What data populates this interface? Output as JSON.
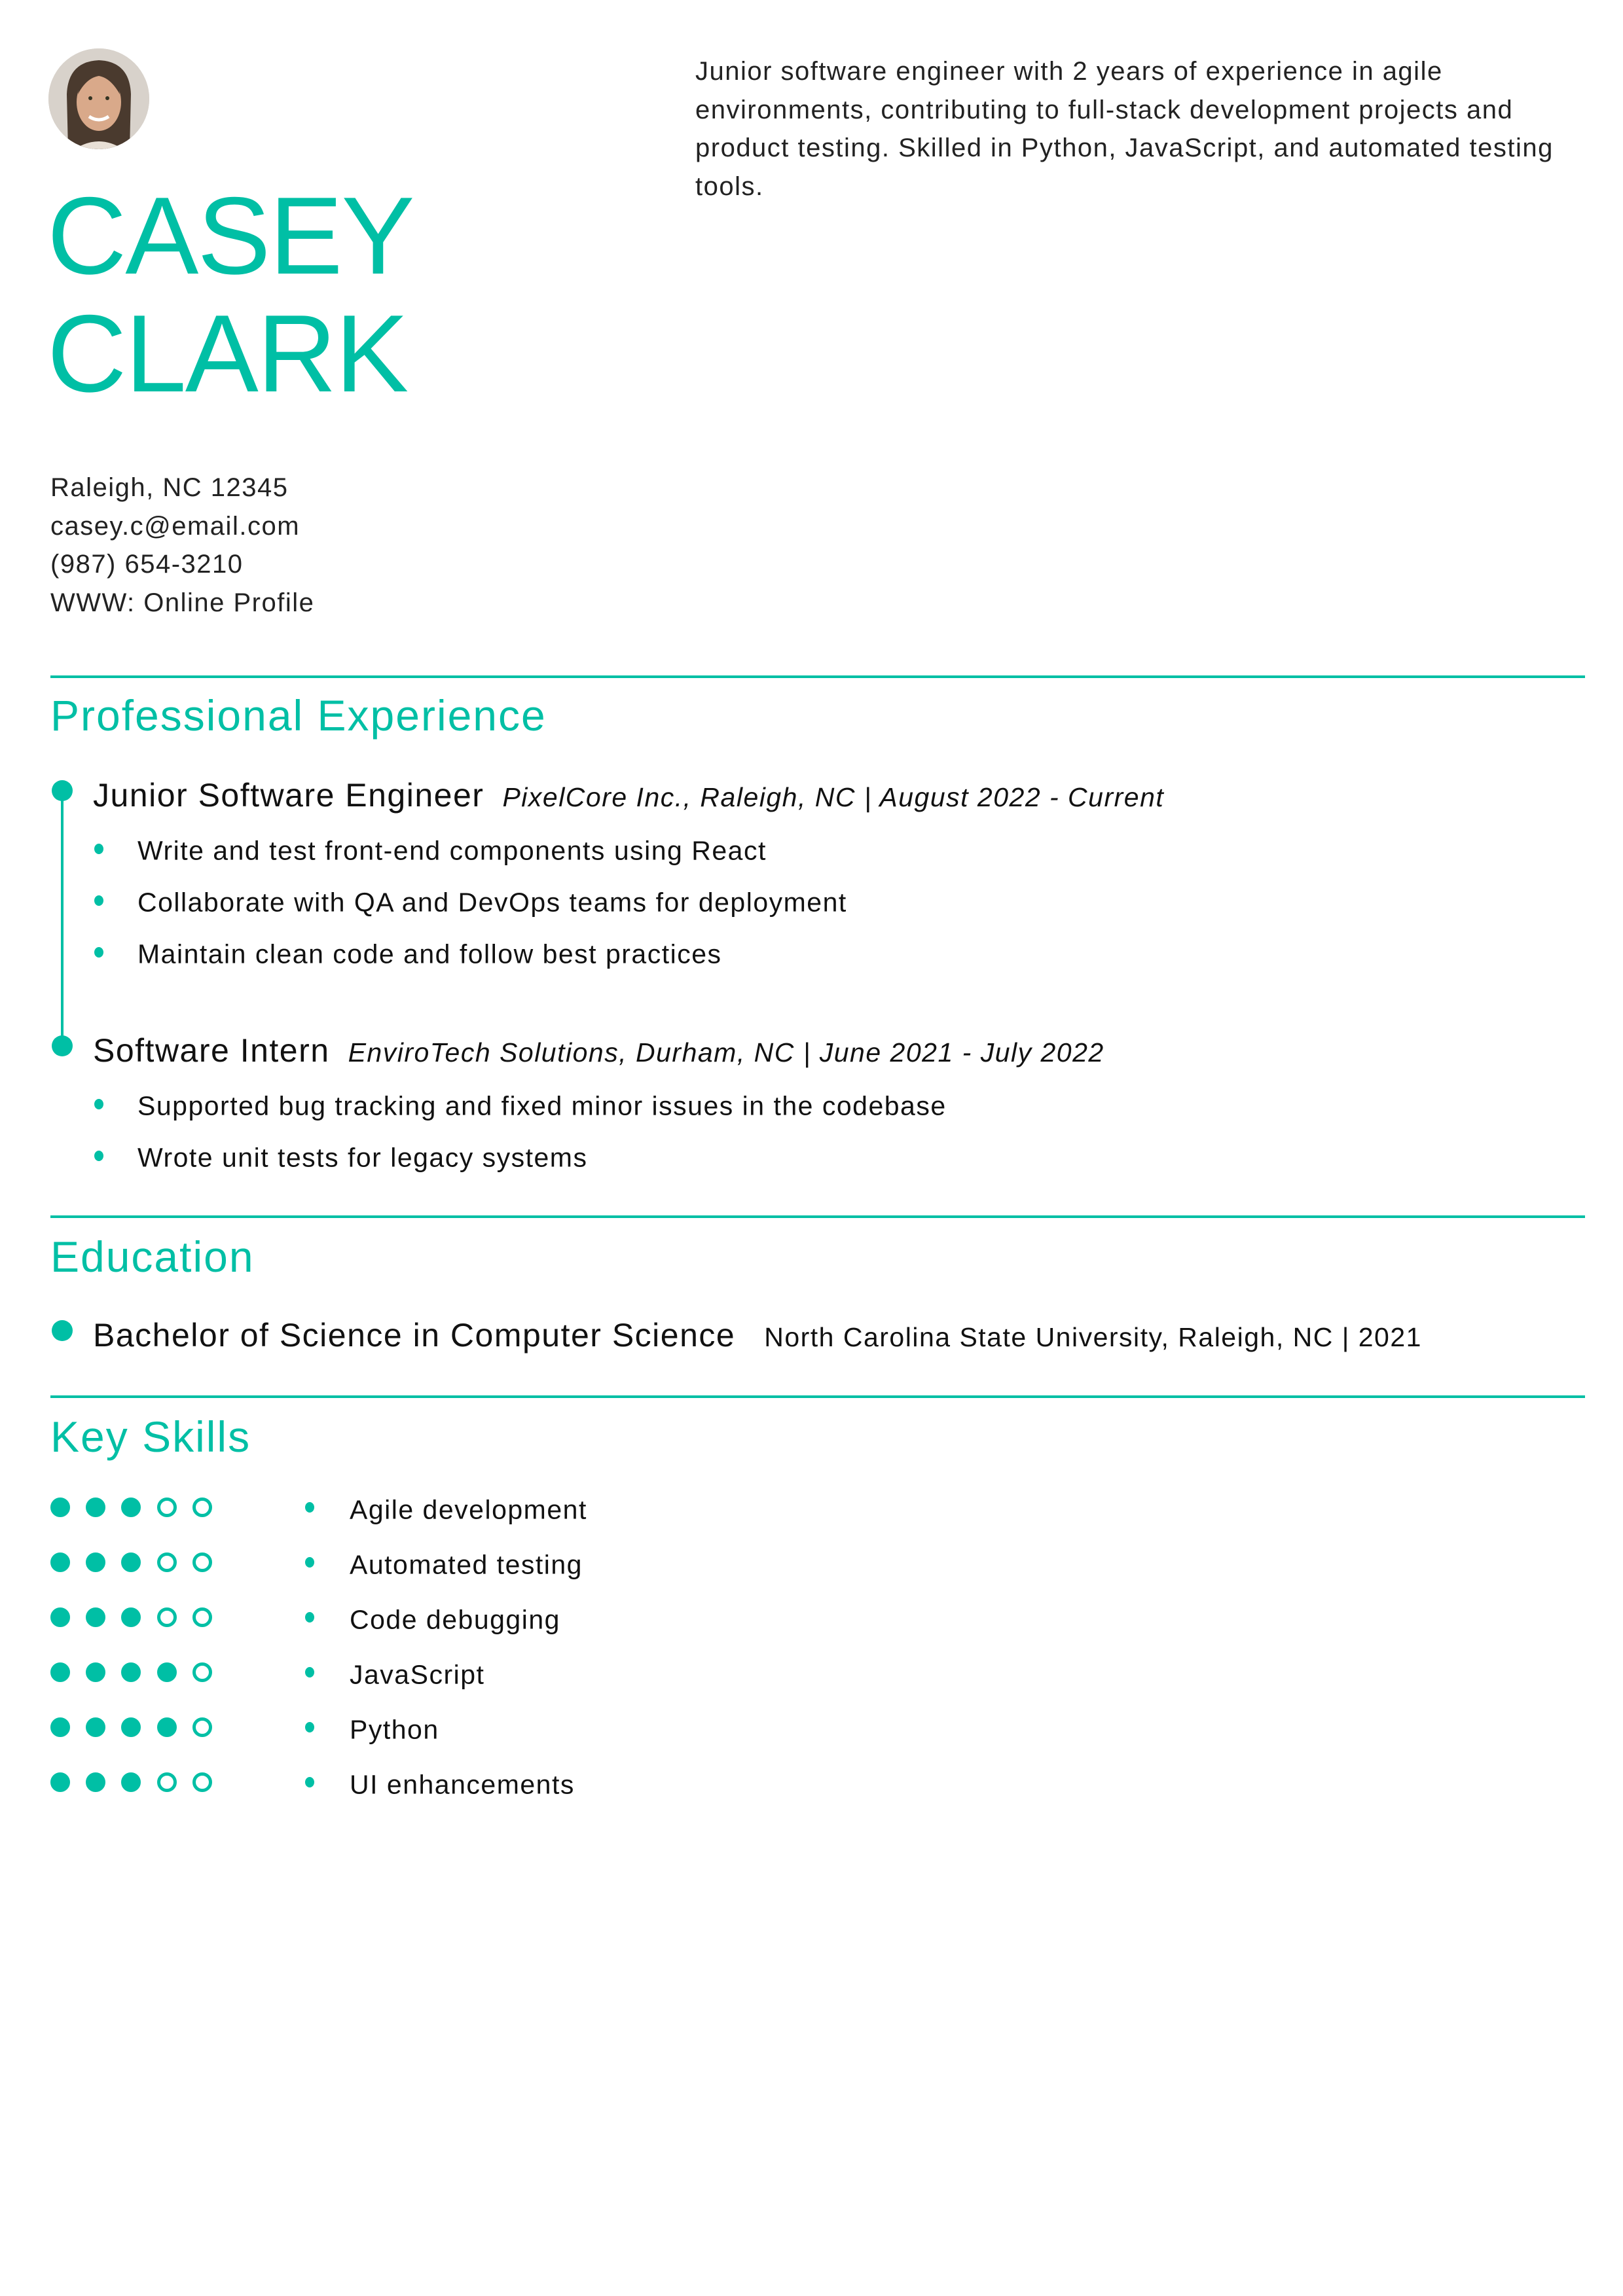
{
  "profile": {
    "first_name": "CASEY",
    "last_name": "CLARK",
    "summary": "Junior software engineer with 2 years of experience in agile environments, contributing to full-stack development projects and product testing. Skilled in Python, JavaScript, and automated testing tools.",
    "contact": {
      "address": "Raleigh, NC 12345",
      "email": "casey.c@email.com",
      "phone": "(987) 654-3210",
      "website": "WWW: Online Profile"
    }
  },
  "accent_color": "#00BFA5",
  "experience": {
    "heading": "Professional Experience",
    "jobs": [
      {
        "title": "Junior Software Engineer",
        "meta": "PixelCore Inc., Raleigh, NC | August 2022 - Current",
        "bullets": [
          "Write and test front-end components using React",
          "Collaborate with QA and DevOps teams for deployment",
          "Maintain clean code and follow best practices"
        ]
      },
      {
        "title": "Software Intern",
        "meta": "EnviroTech Solutions, Durham, NC | June 2021 - July 2022",
        "bullets": [
          "Supported bug tracking and fixed minor issues in the codebase",
          "Wrote unit tests for legacy systems"
        ]
      }
    ]
  },
  "education": {
    "heading": "Education",
    "degree": "Bachelor of Science in Computer Science",
    "school": "North Carolina State University, Raleigh, NC | 2021"
  },
  "skills": {
    "heading": "Key Skills",
    "items": [
      {
        "name": "Agile development",
        "rating": 3,
        "max": 5
      },
      {
        "name": "Automated testing",
        "rating": 3,
        "max": 5
      },
      {
        "name": "Code debugging",
        "rating": 3,
        "max": 5
      },
      {
        "name": "JavaScript",
        "rating": 4,
        "max": 5
      },
      {
        "name": "Python",
        "rating": 4,
        "max": 5
      },
      {
        "name": "UI enhancements",
        "rating": 3,
        "max": 5
      }
    ]
  }
}
